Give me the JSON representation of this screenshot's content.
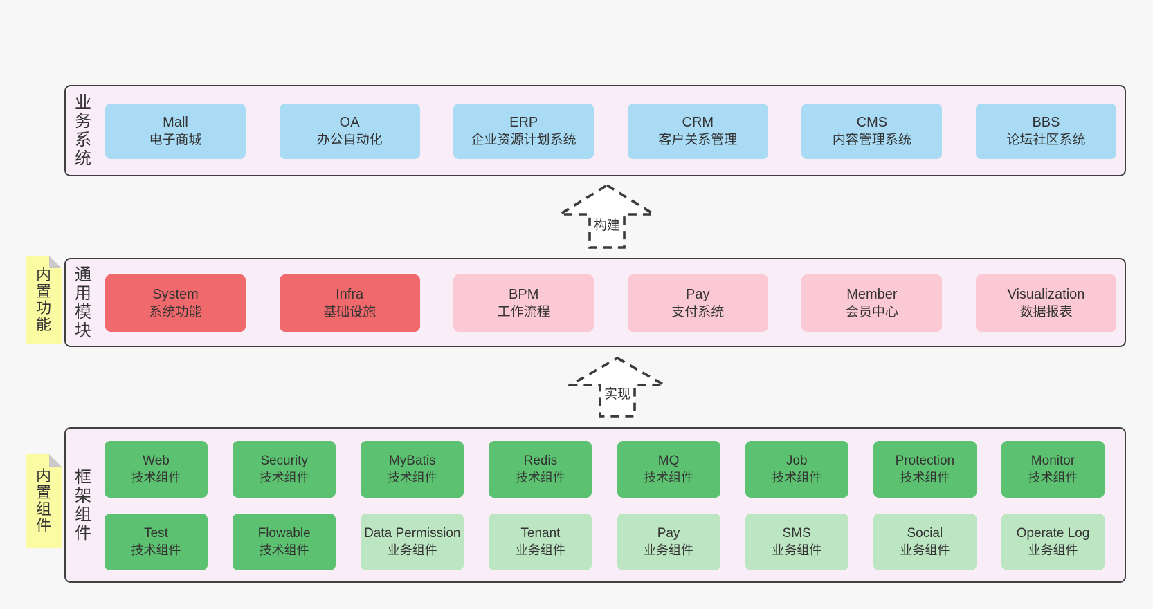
{
  "colors": {
    "page_bg": "#f7f7f7",
    "panel_bg": "#f9eef7",
    "panel_border": "#3f3f3f",
    "text": "#333333",
    "blue": "#a9dbf5",
    "red": "#f0696c",
    "pink": "#fbc9d3",
    "green_dark": "#5cc271",
    "green_light": "#bce5c1",
    "yellow": "#fafba3",
    "fold": "#c9c9c9",
    "arrow_stroke": "#3a3a3a",
    "arrow_fill": "#ffffff"
  },
  "arrows": [
    {
      "label": "构建"
    },
    {
      "label": "实现"
    }
  ],
  "sections": {
    "business": {
      "side_label": "业务系统",
      "boxes": [
        {
          "name": "Mall",
          "desc": "电子商城",
          "variant": "blue"
        },
        {
          "name": "OA",
          "desc": "办公自动化",
          "variant": "blue"
        },
        {
          "name": "ERP",
          "desc": "企业资源计划系统",
          "variant": "blue"
        },
        {
          "name": "CRM",
          "desc": "客户关系管理",
          "variant": "blue"
        },
        {
          "name": "CMS",
          "desc": "内容管理系统",
          "variant": "blue"
        },
        {
          "name": "BBS",
          "desc": "论坛社区系统",
          "variant": "blue"
        }
      ]
    },
    "modules": {
      "side_label": "通用模块",
      "sticky_label": "内置功能",
      "boxes": [
        {
          "name": "System",
          "desc": "系统功能",
          "variant": "red"
        },
        {
          "name": "Infra",
          "desc": "基础设施",
          "variant": "red"
        },
        {
          "name": "BPM",
          "desc": "工作流程",
          "variant": "pink"
        },
        {
          "name": "Pay",
          "desc": "支付系统",
          "variant": "pink"
        },
        {
          "name": "Member",
          "desc": "会员中心",
          "variant": "pink"
        },
        {
          "name": "Visualization",
          "desc": "数据报表",
          "variant": "pink"
        }
      ]
    },
    "components": {
      "side_label": "框架组件",
      "sticky_label": "内置组件",
      "rows": [
        [
          {
            "name": "Web",
            "desc": "技术组件",
            "variant": "dark"
          },
          {
            "name": "Security",
            "desc": "技术组件",
            "variant": "dark"
          },
          {
            "name": "MyBatis",
            "desc": "技术组件",
            "variant": "dark"
          },
          {
            "name": "Redis",
            "desc": "技术组件",
            "variant": "dark"
          },
          {
            "name": "MQ",
            "desc": "技术组件",
            "variant": "dark"
          },
          {
            "name": "Job",
            "desc": "技术组件",
            "variant": "dark"
          },
          {
            "name": "Protection",
            "desc": "技术组件",
            "variant": "dark"
          },
          {
            "name": "Monitor",
            "desc": "技术组件",
            "variant": "dark"
          }
        ],
        [
          {
            "name": "Test",
            "desc": "技术组件",
            "variant": "dark"
          },
          {
            "name": "Flowable",
            "desc": "技术组件",
            "variant": "dark"
          },
          {
            "name": "Data Permission",
            "desc": "业务组件",
            "variant": "light"
          },
          {
            "name": "Tenant",
            "desc": "业务组件",
            "variant": "light"
          },
          {
            "name": "Pay",
            "desc": "业务组件",
            "variant": "light"
          },
          {
            "name": "SMS",
            "desc": "业务组件",
            "variant": "light"
          },
          {
            "name": "Social",
            "desc": "业务组件",
            "variant": "light"
          },
          {
            "name": "Operate Log",
            "desc": "业务组件",
            "variant": "light"
          }
        ]
      ]
    }
  }
}
